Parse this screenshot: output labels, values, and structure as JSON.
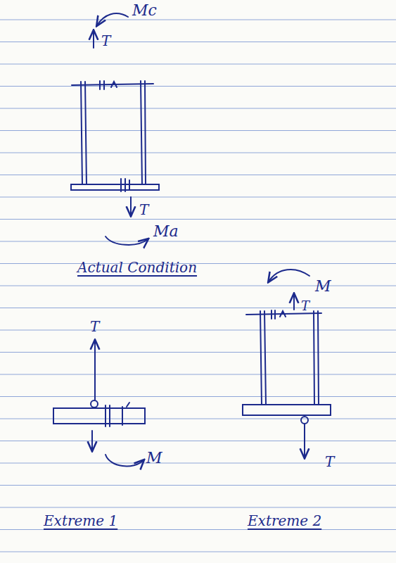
{
  "diagram": {
    "labels": [
      "Mc",
      "T",
      "T",
      "Ma",
      "Actual Condition",
      "M",
      "T",
      "T",
      "M",
      "T",
      "Extreme 1",
      "Extreme 2"
    ]
  }
}
